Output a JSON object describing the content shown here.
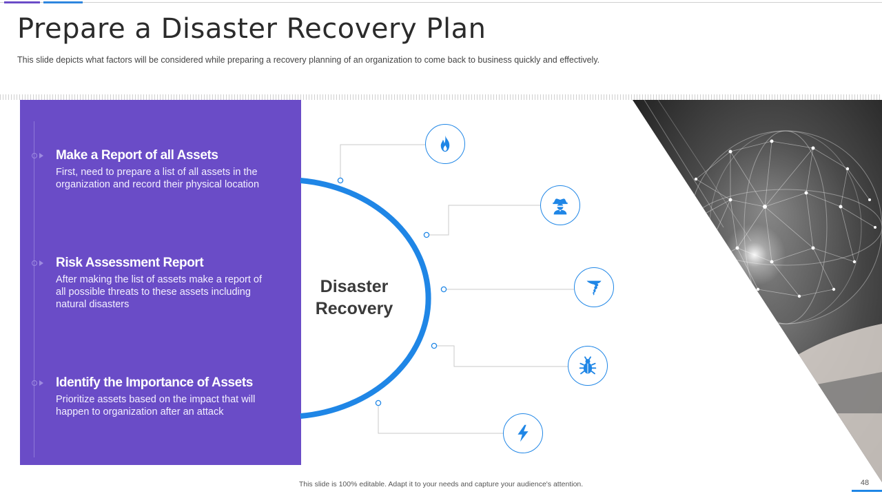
{
  "header": {
    "title": "Prepare a Disaster Recovery Plan",
    "subtitle": "This slide depicts what factors will be considered while preparing a recovery  planning of an organization to come back to business quickly and effectively."
  },
  "panel": {
    "items": [
      {
        "title": "Make a Report of all Assets",
        "desc_line1": "First, need to prepare a list of all assets in the",
        "desc_line2": "organization and record their physical location",
        "desc_line3": ""
      },
      {
        "title": "Risk Assessment Report",
        "desc_line1": "After making the list of assets make a report of",
        "desc_line2": "all possible threats to these assets including",
        "desc_line3": "natural disasters"
      },
      {
        "title": "Identify the Importance of Assets",
        "desc_line1": "Prioritize  assets based on the impact that will",
        "desc_line2": "happen to organization after an attack",
        "desc_line3": ""
      }
    ]
  },
  "diagram": {
    "center_line1": "Disaster",
    "center_line2": "Recovery",
    "icons": [
      "fire-icon",
      "hacker-icon",
      "tornado-icon",
      "bug-icon",
      "lightning-icon"
    ]
  },
  "footer": {
    "note": "This slide is 100% editable. Adapt it to your needs and capture your audience's attention.",
    "page_number": "48"
  },
  "colors": {
    "panel": "#6a4cc7",
    "accent_blue": "#1f86e6",
    "title_text": "#2b2b2b"
  }
}
